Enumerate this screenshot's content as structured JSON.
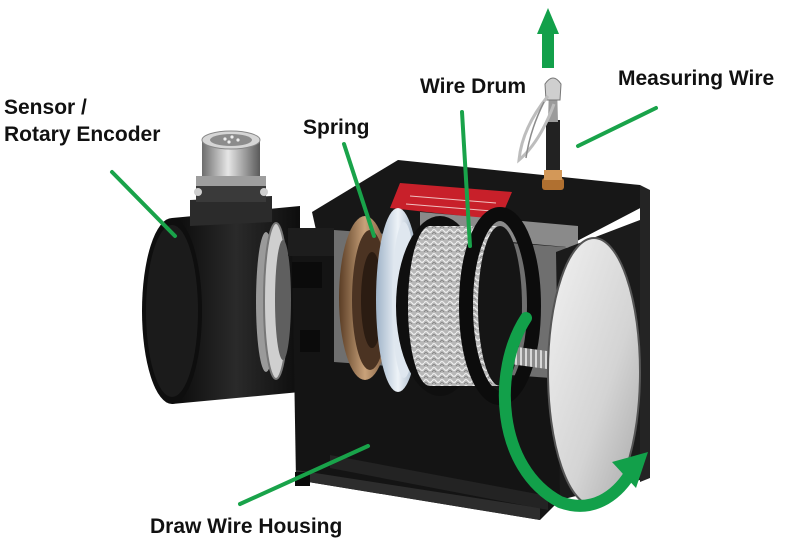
{
  "figure": {
    "labels": {
      "sensor_line1": "Sensor /",
      "sensor_line2": "Rotary Encoder",
      "spring": "Spring",
      "wire_drum": "Wire Drum",
      "measuring_wire": "Measuring Wire",
      "housing": "Draw Wire Housing"
    },
    "colors": {
      "leader_line": "#19a34a",
      "arrow": "#12a04a",
      "housing_body": "#151515",
      "label_plate": "#c8202a",
      "end_plate": "#d9d9d9"
    },
    "icons": {
      "pull_direction": "arrow-up-icon",
      "rotation": "curved-arrow-icon"
    }
  }
}
